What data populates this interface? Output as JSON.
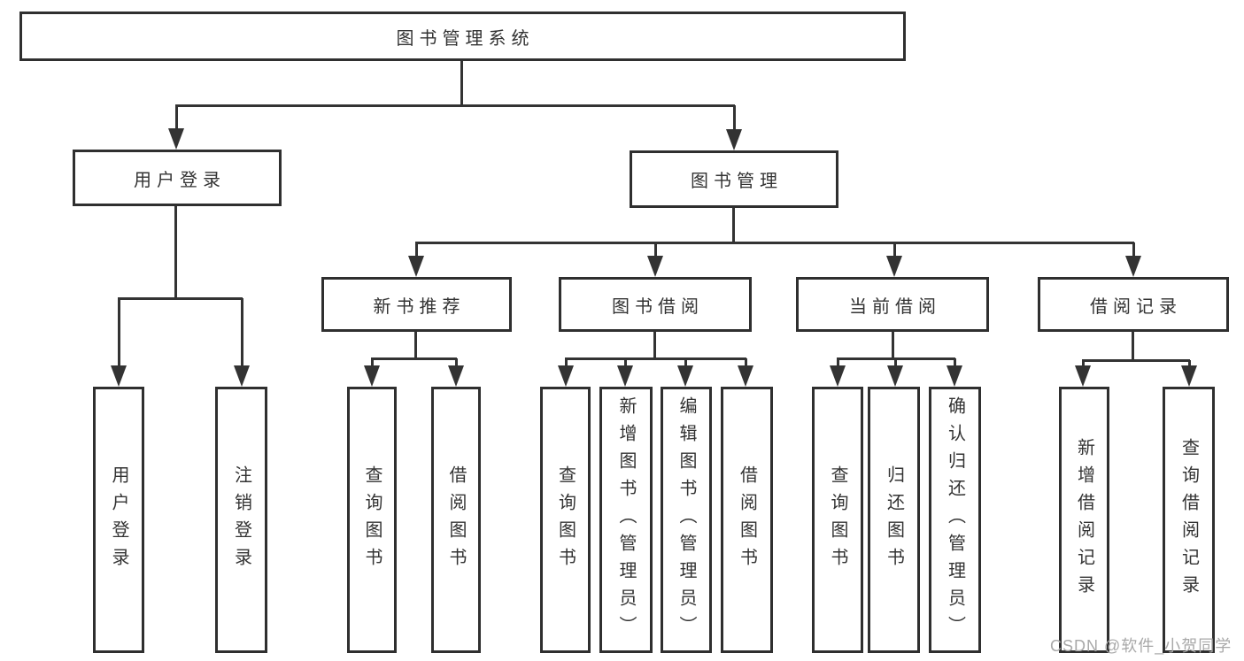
{
  "diagram": {
    "type": "hierarchy-tree",
    "tree": {
      "root": {
        "label": "图书管理系统",
        "children": [
          {
            "label": "用户登录",
            "children": [
              {
                "label": "用户登录"
              },
              {
                "label": "注销登录"
              }
            ]
          },
          {
            "label": "图书管理",
            "children": [
              {
                "label": "新书推荐",
                "children": [
                  {
                    "label": "查询图书"
                  },
                  {
                    "label": "借阅图书"
                  }
                ]
              },
              {
                "label": "图书借阅",
                "children": [
                  {
                    "label": "查询图书"
                  },
                  {
                    "label": "新增图书（管理员）"
                  },
                  {
                    "label": "编辑图书（管理员）"
                  },
                  {
                    "label": "借阅图书"
                  }
                ]
              },
              {
                "label": "当前借阅",
                "children": [
                  {
                    "label": "查询图书"
                  },
                  {
                    "label": "归还图书"
                  },
                  {
                    "label": "确认归还（管理员）"
                  }
                ]
              },
              {
                "label": "借阅记录",
                "children": [
                  {
                    "label": "新增借阅记录"
                  },
                  {
                    "label": "查询借阅记录"
                  }
                ]
              }
            ]
          }
        ]
      }
    },
    "colors": {
      "line": "#333333",
      "box_border": "#2f2f2f",
      "box_fill": "#ffffff",
      "text": "#333333",
      "background": "#ffffff"
    }
  },
  "watermark": {
    "text": "CSDN @软件_小贺同学",
    "color": "#a8a8a8"
  }
}
